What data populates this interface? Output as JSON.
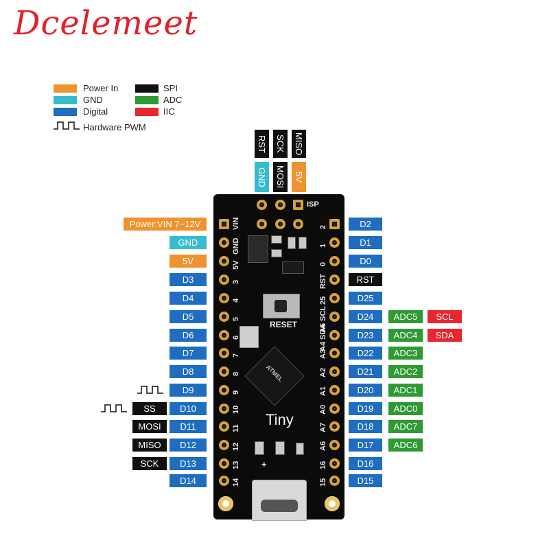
{
  "brand": "Dcelemeet",
  "legend": {
    "power_in": "Power In",
    "gnd": "GND",
    "digital": "Digital",
    "spi": "SPI",
    "adc": "ADC",
    "iic": "IIC",
    "hardware_pwm": "Hardware PWM"
  },
  "colors": {
    "power": "#f0922e",
    "gnd": "#35bcd0",
    "digital": "#1f6dc0",
    "spi": "#111111",
    "adc": "#2f9a34",
    "iic": "#e8262e"
  },
  "isp": {
    "top": [
      "RST",
      "SCK",
      "MISO"
    ],
    "bottom": [
      "GND",
      "MOSI",
      "5V"
    ],
    "silk": "ISP"
  },
  "left_pins": [
    "Power:VIN 7~12V",
    "GND",
    "5V",
    "D3",
    "D4",
    "D5",
    "D6",
    "D7",
    "D8",
    "D9",
    "D10",
    "D11",
    "D12",
    "D13",
    "D14"
  ],
  "left_spi": [
    "SS",
    "MOSI",
    "MISO",
    "SCK"
  ],
  "right_pins": [
    "D2",
    "D1",
    "D0",
    "RST",
    "D25",
    "D24",
    "D23",
    "D22",
    "D21",
    "D20",
    "D19",
    "D18",
    "D17",
    "D16",
    "D15"
  ],
  "right_adc": [
    "ADC5",
    "ADC4",
    "ADC3",
    "ADC2",
    "ADC1",
    "ADC0",
    "ADC7",
    "ADC6"
  ],
  "right_iic": [
    "SCL",
    "SDA"
  ],
  "board": {
    "left_silk": [
      "VIN",
      "GND",
      "5V",
      "3",
      "4",
      "5",
      "6",
      "7",
      "8",
      "9",
      "10",
      "11",
      "12",
      "13",
      "14"
    ],
    "right_silk": [
      "2",
      "1",
      "0",
      "RST",
      "25",
      "A5 SCL",
      "A4 SDA",
      "A3",
      "A2",
      "A1",
      "A0",
      "A7",
      "A6",
      "16",
      "15"
    ],
    "reset": "RESET",
    "name": "Tiny",
    "plus": "+",
    "chip_text": "ATMEL"
  }
}
